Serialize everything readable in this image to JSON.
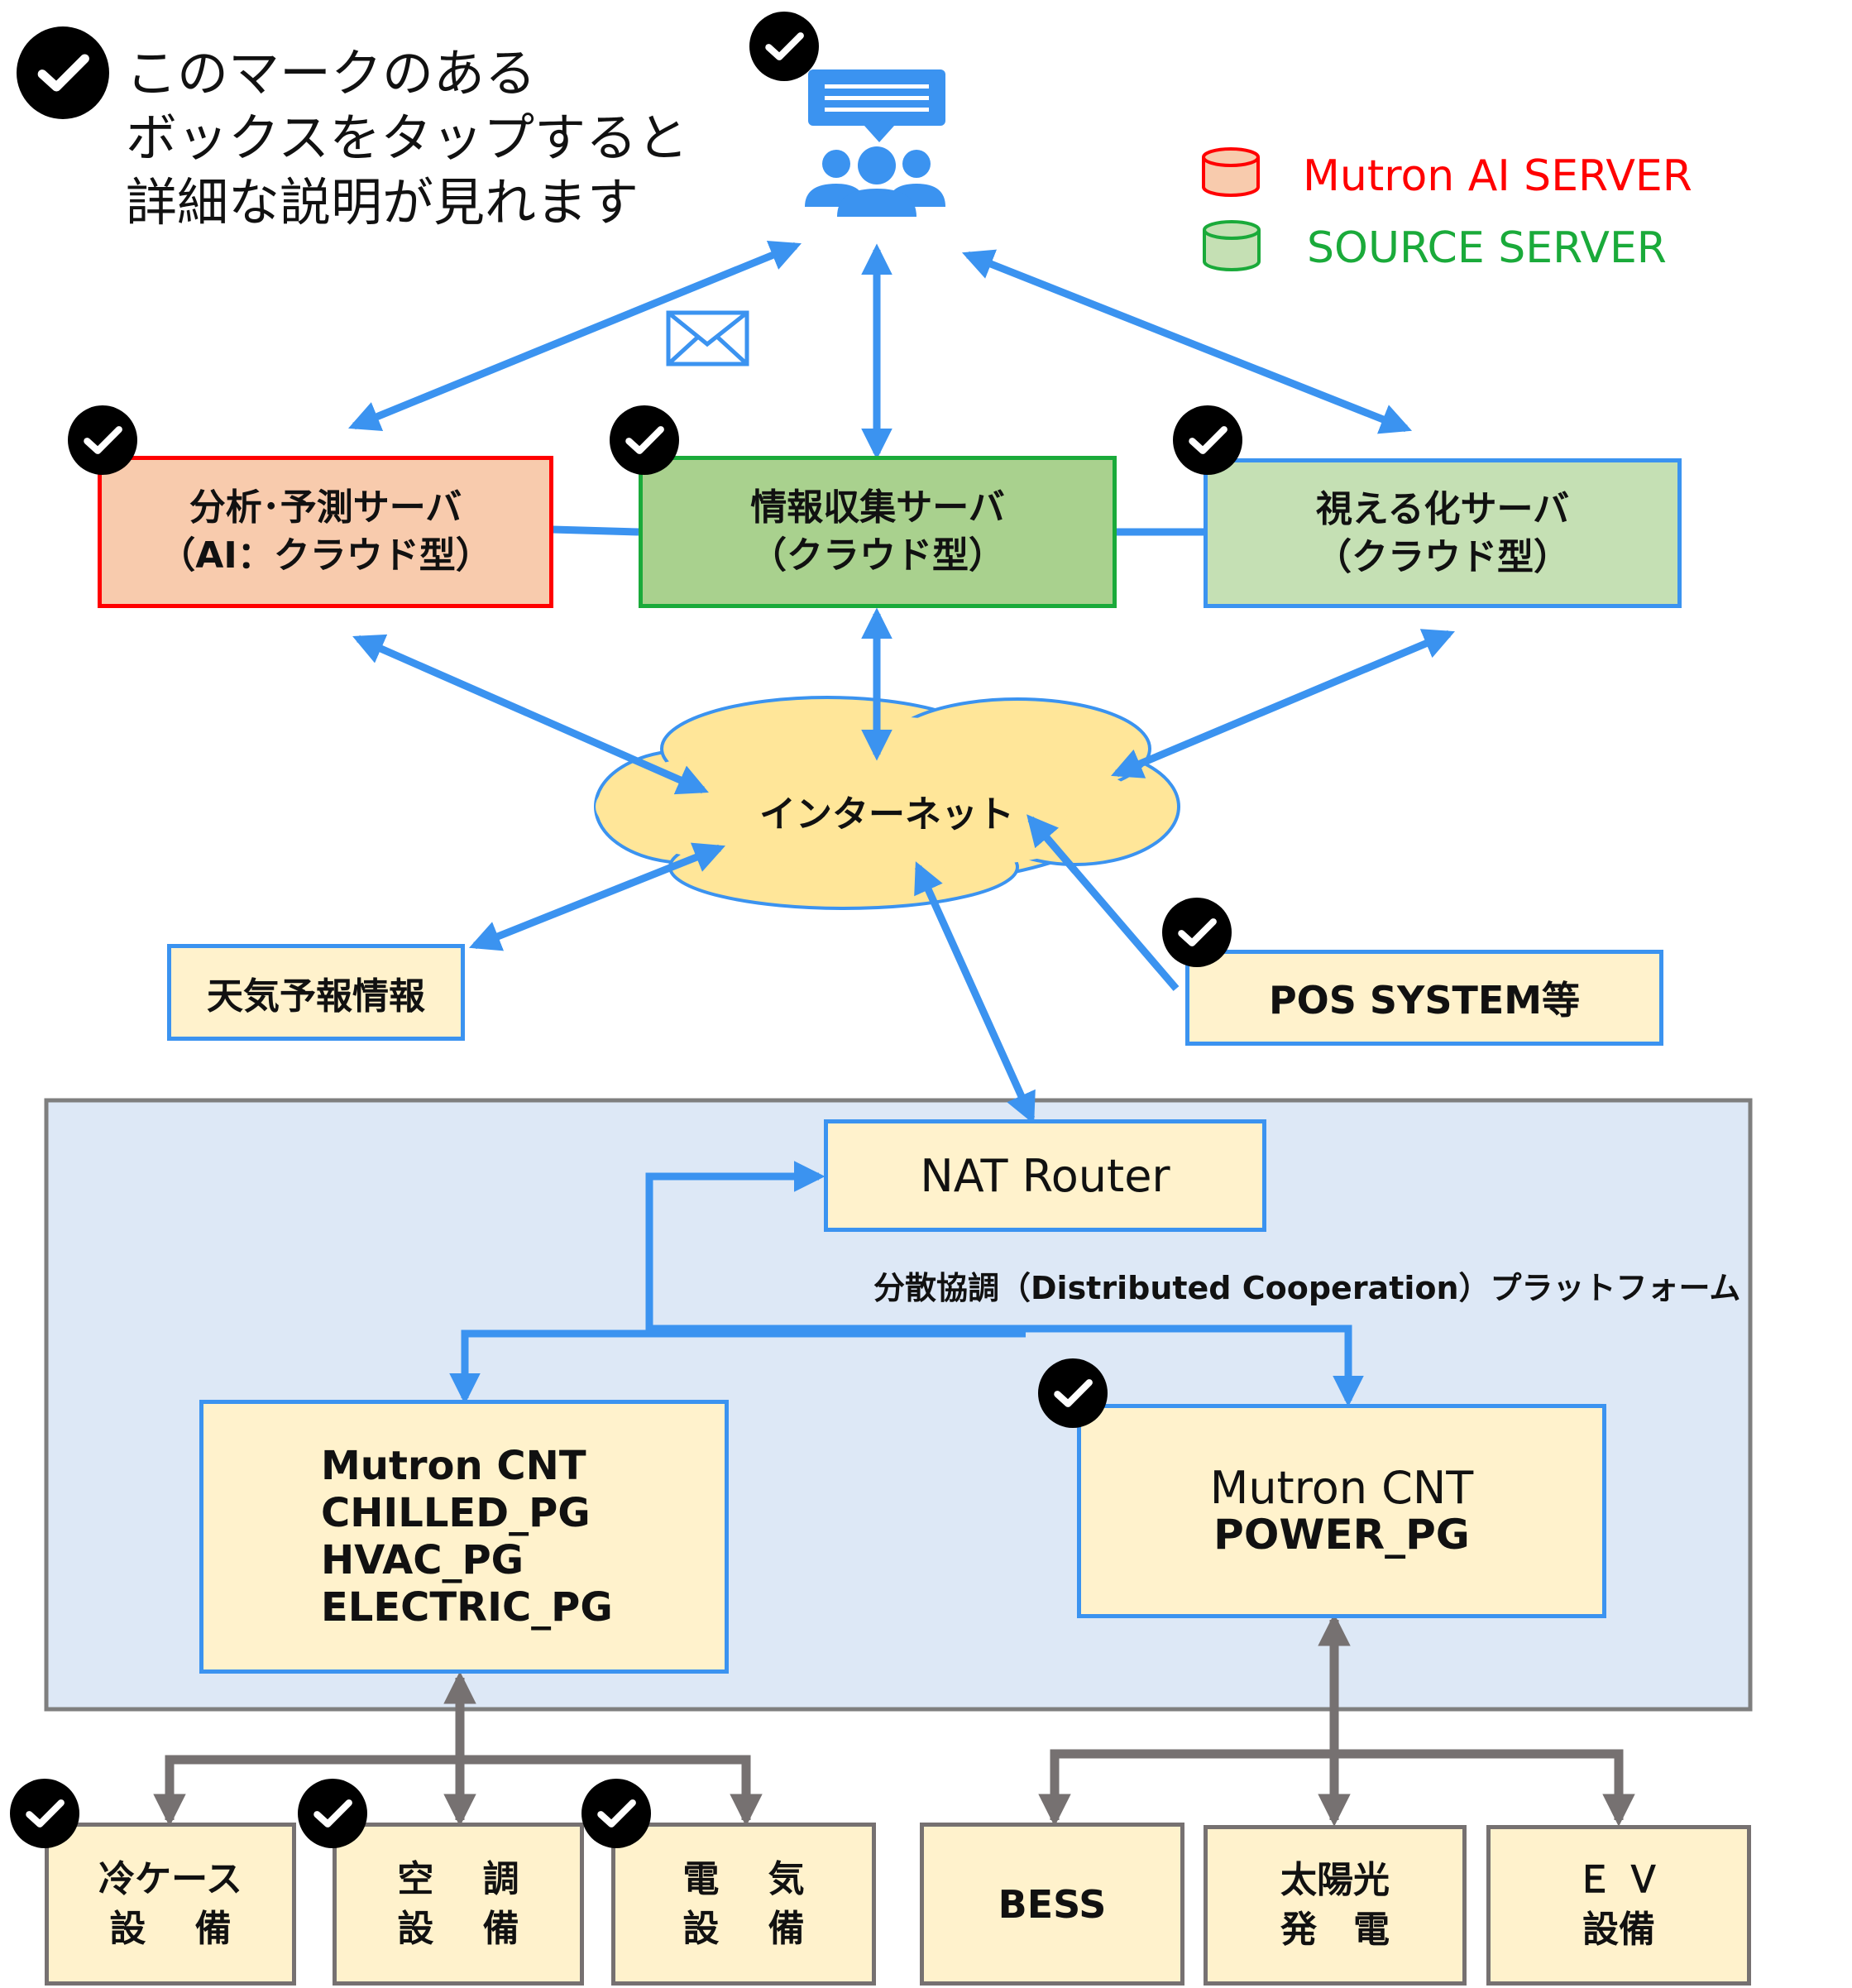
{
  "instruction": [
    "このマークのある",
    "ボックスをタップすると",
    "詳細な説明が見れます"
  ],
  "legend": {
    "ai_server": "Mutron AI SERVER",
    "ai_color": "#ff0000",
    "source_server": "SOURCE SERVER",
    "source_color": "#1aaa3a"
  },
  "servers": {
    "analysis": [
      "分析･予測サーバ",
      "（AI：クラウド型）"
    ],
    "collect": [
      "情報収集サーバ",
      "（クラウド型）"
    ],
    "visual": [
      "視える化サーバ",
      "（クラウド型）"
    ]
  },
  "internet": "インターネット",
  "weather": "天気予報情報",
  "pos": "POS SYSTEM等",
  "nat": "NAT Router",
  "platform": "分散協調（Distributed Cooperation）プラットフォーム",
  "cnt_left": [
    "Mutron CNT",
    "CHILLED_PG",
    "HVAC_PG",
    "ELECTRIC_PG"
  ],
  "cnt_right": [
    "Mutron CNT",
    "POWER_PG"
  ],
  "devices": {
    "reikase": [
      "冷ケース",
      "設　 備"
    ],
    "kucho": [
      "空　 調",
      "設　 備"
    ],
    "denki": [
      "電　 気",
      "設　 備"
    ],
    "bess": "BESS",
    "solar": [
      "太陽光",
      "発　電"
    ],
    "ev": [
      "Ｅ Ｖ",
      "設備"
    ]
  },
  "icons": [
    "check-icon",
    "user-group-chat-icon",
    "mail-icon",
    "database-icon",
    "cloud-icon"
  ]
}
